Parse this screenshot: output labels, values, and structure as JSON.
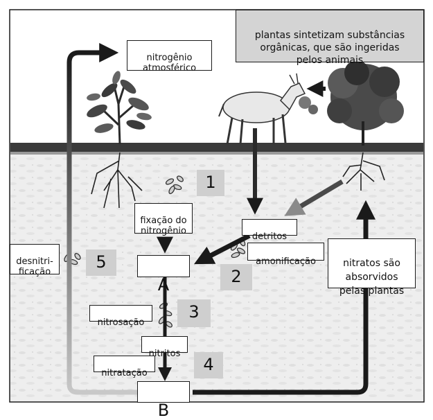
{
  "labels": {
    "atmospheric_nitrogen": "nitrogênio\natmosférico",
    "plants_note": "plantas sintetizam substâncias\norgânicas, que são ingeridas\npelos animais",
    "fixation": "fixação do\nnitrogênio",
    "detritus": "detritos",
    "ammonification": "amonificação",
    "nitrates_absorbed": "nitratos são\nabsorvidos\npelas plantas",
    "denitrification": "desnitri-\nficação",
    "nitrosation": "nitrosação",
    "nitrites": "nitritos",
    "nitratation": "nitratação",
    "box_a": "A",
    "box_b": "B"
  },
  "steps": [
    "1",
    "2",
    "3",
    "4",
    "5"
  ],
  "colors": {
    "arrow": "#1a1a1a",
    "number_box": "#cfcfcf",
    "sky": "#ffffff",
    "soil": "#eeeeee"
  }
}
